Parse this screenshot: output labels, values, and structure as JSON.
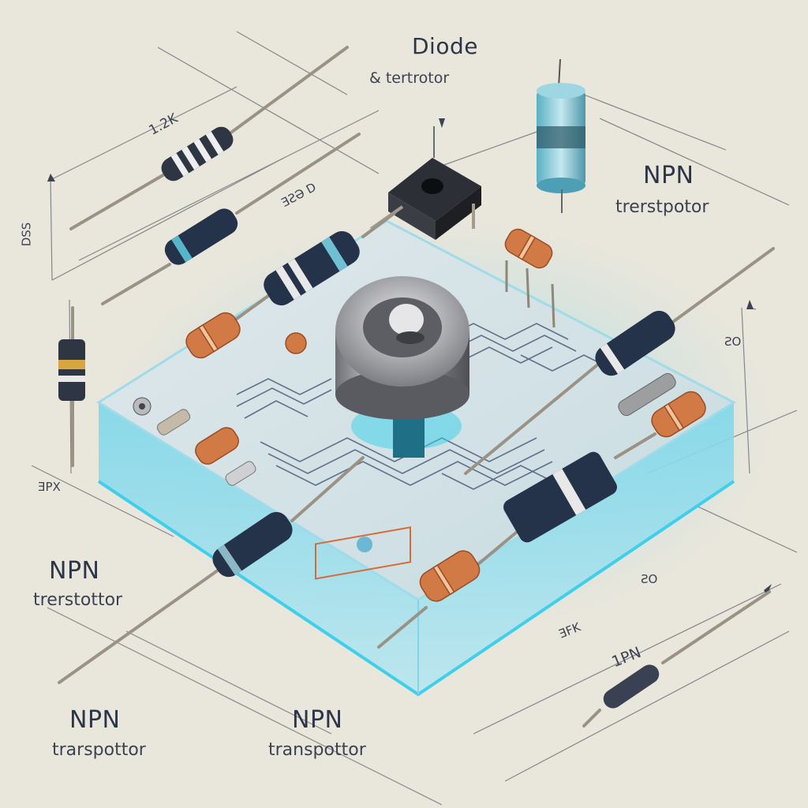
{
  "labels": {
    "diode_title": "Diode",
    "diode_subtitle": "& tertrotor",
    "npn_right_title": "NPN",
    "npn_right_subtitle": "trerstpotor",
    "npn_left_title": "NPN",
    "npn_left_subtitle": "trerstottor",
    "npn_bl_title": "NPN",
    "npn_bl_subtitle": "trarspottor",
    "npn_bc_title": "NPN",
    "npn_bc_subtitle": "transpottor"
  },
  "dimensions": {
    "top_resistor": "1.2K",
    "left_dim": "DSS",
    "mid_dim": "ƎƧƏ D",
    "right_dim": "ƧO",
    "left_low": "ƎPX",
    "bottom_mid": "ƎFK",
    "bottom_right": "1PN",
    "bottom_right_small": "ƧO"
  },
  "colors": {
    "background": "#e9e6dc",
    "line": "#6b6f77",
    "glow": "#34d0ec",
    "resistor": "#d27a45",
    "component_body": "#24324a"
  }
}
